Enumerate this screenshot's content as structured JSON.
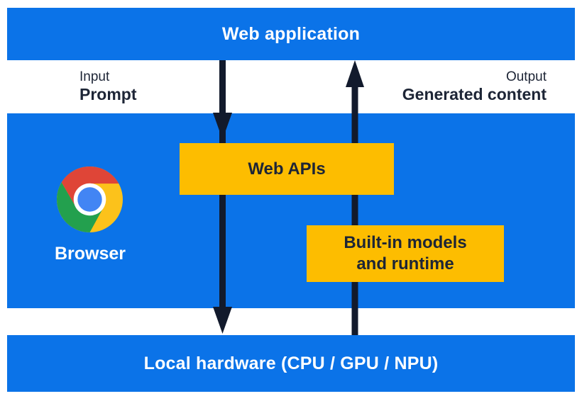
{
  "colors": {
    "layer_blue": "#0b73e8",
    "box_yellow": "#fdbd00",
    "arrow_navy": "#121a2c",
    "text_navy": "#1d2536",
    "text_white": "#ffffff",
    "chrome_red": "#df4537",
    "chrome_green": "#23a04e",
    "chrome_yellow": "#fcc21b",
    "chrome_blue": "#4285f4"
  },
  "layers": {
    "web_application": {
      "label": "Web application"
    },
    "browser": {
      "label": "Browser",
      "logo_icon": "chrome-logo",
      "boxes": {
        "web_apis": {
          "label": "Web APIs"
        },
        "builtin": {
          "lines": [
            "Built-in models",
            "and runtime"
          ]
        }
      }
    },
    "local_hardware": {
      "label": "Local hardware (CPU / GPU / NPU)"
    }
  },
  "flows": {
    "input": {
      "caption": "Input",
      "label": "Prompt",
      "direction": "down"
    },
    "output": {
      "caption": "Output",
      "label": "Generated content",
      "direction": "up"
    }
  }
}
